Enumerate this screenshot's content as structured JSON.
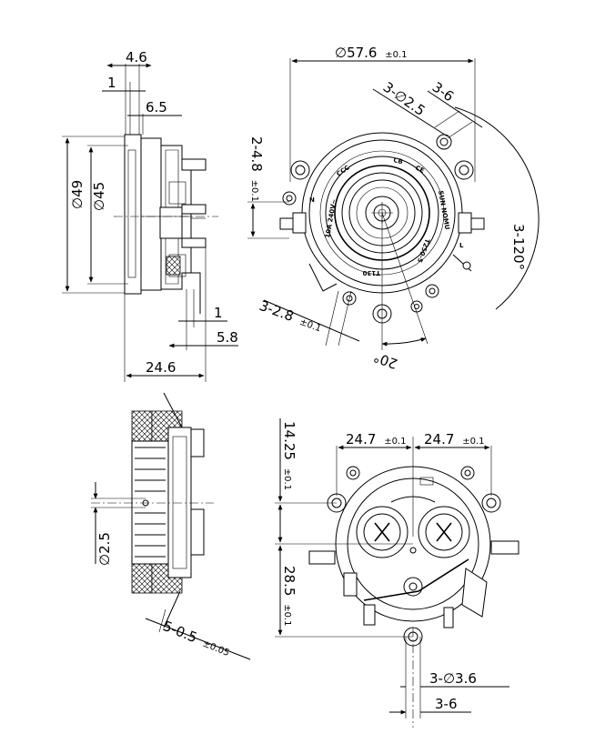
{
  "side_view_top": {
    "dim_4_6": "4.6",
    "dim_1_top": "1",
    "dim_6_5": "6.5",
    "dim_d49": "49",
    "dim_d45": "45",
    "dim_1_bottom": "1",
    "dim_5_8": "5.8",
    "dim_24_6": "24.6"
  },
  "front_view_top": {
    "dim_d57_6": "57.6",
    "tol_57_6": "±0.1",
    "dim_holes": "3-",
    "dim_hole_d": "2.5",
    "dim_3_6": "3-6",
    "dim_2_4_8": "2-4.8",
    "tol_2_4_8": "±0.1",
    "dim_3_120": "3-120°",
    "dim_3_2_8": "3-2.8",
    "tol_3_2_8": "±0.1",
    "dim_20": "20°",
    "label_ccc": "CCC",
    "label_cb": "CB",
    "label_ce": "CE",
    "label_rating": "10A 240V~",
    "label_right": "SUN NOMU",
    "label_right2": "T250-5",
    "label_bottom": "T130",
    "label_n": "N",
    "label_l": "L"
  },
  "side_view_bottom": {
    "dim_d2_5": "2.5",
    "dim_5_0_5": "5-0.5",
    "tol_5_0_5": "±0.05"
  },
  "back_view_bottom": {
    "dim_14_25": "14.25",
    "tol_14_25": "±0.1",
    "dim_24_7_left": "24.7",
    "tol_24_7_left": "±0.1",
    "dim_24_7_right": "24.7",
    "tol_24_7_right": "±0.1",
    "dim_28_5": "28.5",
    "tol_28_5": "±0.1",
    "dim_3_d3_6_prefix": "3-",
    "dim_3_d3_6": "3.6",
    "dim_3_6_bottom": "3-6"
  }
}
